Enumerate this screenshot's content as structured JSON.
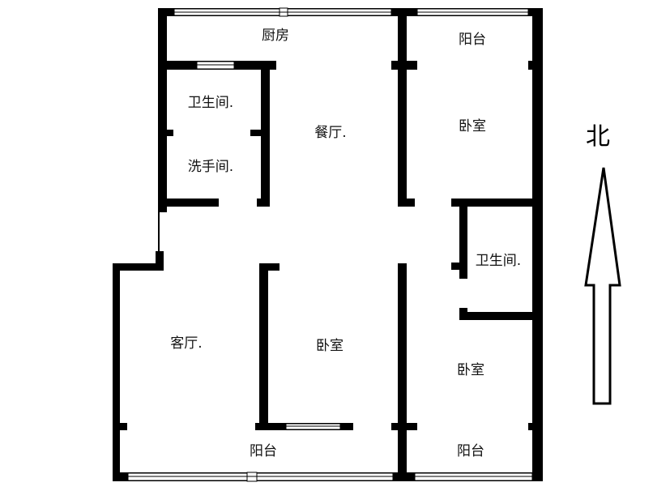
{
  "rooms": {
    "kitchen": "厨房",
    "balcony_ne": "阳台",
    "bathroom_w": "卫生间.",
    "dining": "餐厅.",
    "bedroom_ne": "卧室",
    "washroom": "洗手间.",
    "bathroom_e": "卫生间.",
    "living": "客厅.",
    "bedroom_mid": "卧室",
    "bedroom_se": "卧室",
    "balcony_s": "阳台",
    "balcony_se": "阳台"
  },
  "compass": {
    "label": "北"
  },
  "colors": {
    "wall": "#000000",
    "background": "#ffffff"
  }
}
